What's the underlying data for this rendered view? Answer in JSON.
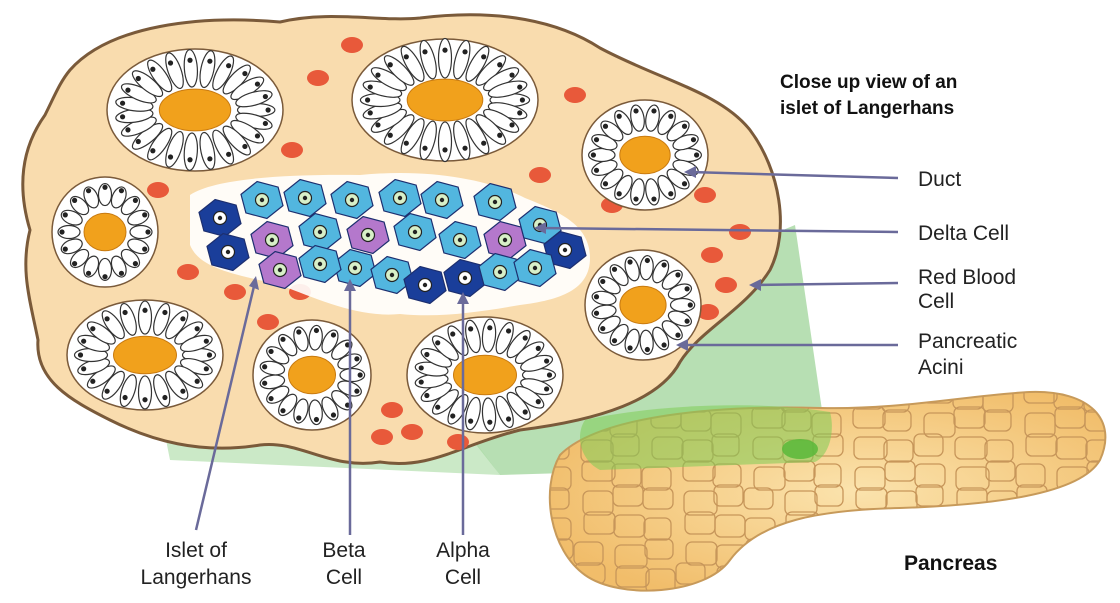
{
  "heading": {
    "line1": "Close up view of an",
    "line2": "islet of Langerhans"
  },
  "labels": {
    "duct": "Duct",
    "delta_cell": "Delta Cell",
    "red_blood_cell": {
      "line1": "Red Blood",
      "line2": "Cell"
    },
    "pancreatic_acini": {
      "line1": "Pancreatic",
      "line2": "Acini"
    },
    "islet": {
      "line1": "Islet of",
      "line2": "Langerhans"
    },
    "beta_cell": {
      "line1": "Beta",
      "line2": "Cell"
    },
    "alpha_cell": {
      "line1": "Alpha",
      "line2": "Cell"
    },
    "pancreas": "Pancreas"
  },
  "colors": {
    "tissue_fill": "#f9dcae",
    "tissue_outline": "#7a5a3a",
    "duct_lumen": "#f1a11c",
    "acinar_cell": "#ffffff",
    "nucleus": "#222222",
    "red_blood_cell": "#e8593a",
    "beta_cell": "#52b6df",
    "alpha_cell": "#1a3e9a",
    "delta_cell": "#b478cc",
    "callout_green": "#9fd49a",
    "pancreas_fill": "#f8cf85",
    "pointer_line": "#6a6a9a"
  }
}
